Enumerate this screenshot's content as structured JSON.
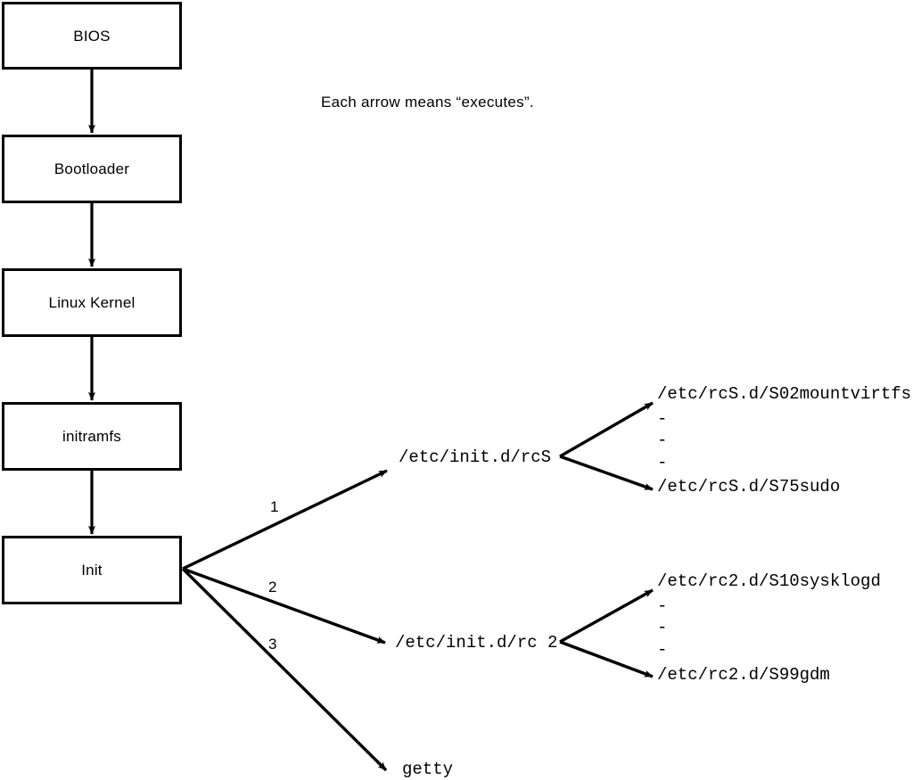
{
  "caption": {
    "text": "Each arrow means “executes”."
  },
  "boot_chain": {
    "nodes": [
      {
        "label": "BIOS"
      },
      {
        "label": "Bootloader"
      },
      {
        "label": "Linux Kernel"
      },
      {
        "label": "initramfs"
      },
      {
        "label": "Init"
      }
    ]
  },
  "init_branches": {
    "numbers": [
      "1",
      "2",
      "3"
    ],
    "targets": [
      {
        "label": "/etc/init.d/rcS"
      },
      {
        "label": "/etc/init.d/rc 2"
      },
      {
        "label": "getty"
      }
    ]
  },
  "rcs_scripts": {
    "first": "/etc/rcS.d/S02mountvirtfs",
    "ellipsis": [
      "-",
      "-",
      "-"
    ],
    "last": "/etc/rcS.d/S75sudo"
  },
  "rc2_scripts": {
    "first": "/etc/rc2.d/S10sysklogd",
    "ellipsis": [
      "-",
      "-",
      "-"
    ],
    "last": "/etc/rc2.d/S99gdm"
  },
  "style": {
    "stroke_color": "#000000",
    "background_color": "#ffffff"
  }
}
